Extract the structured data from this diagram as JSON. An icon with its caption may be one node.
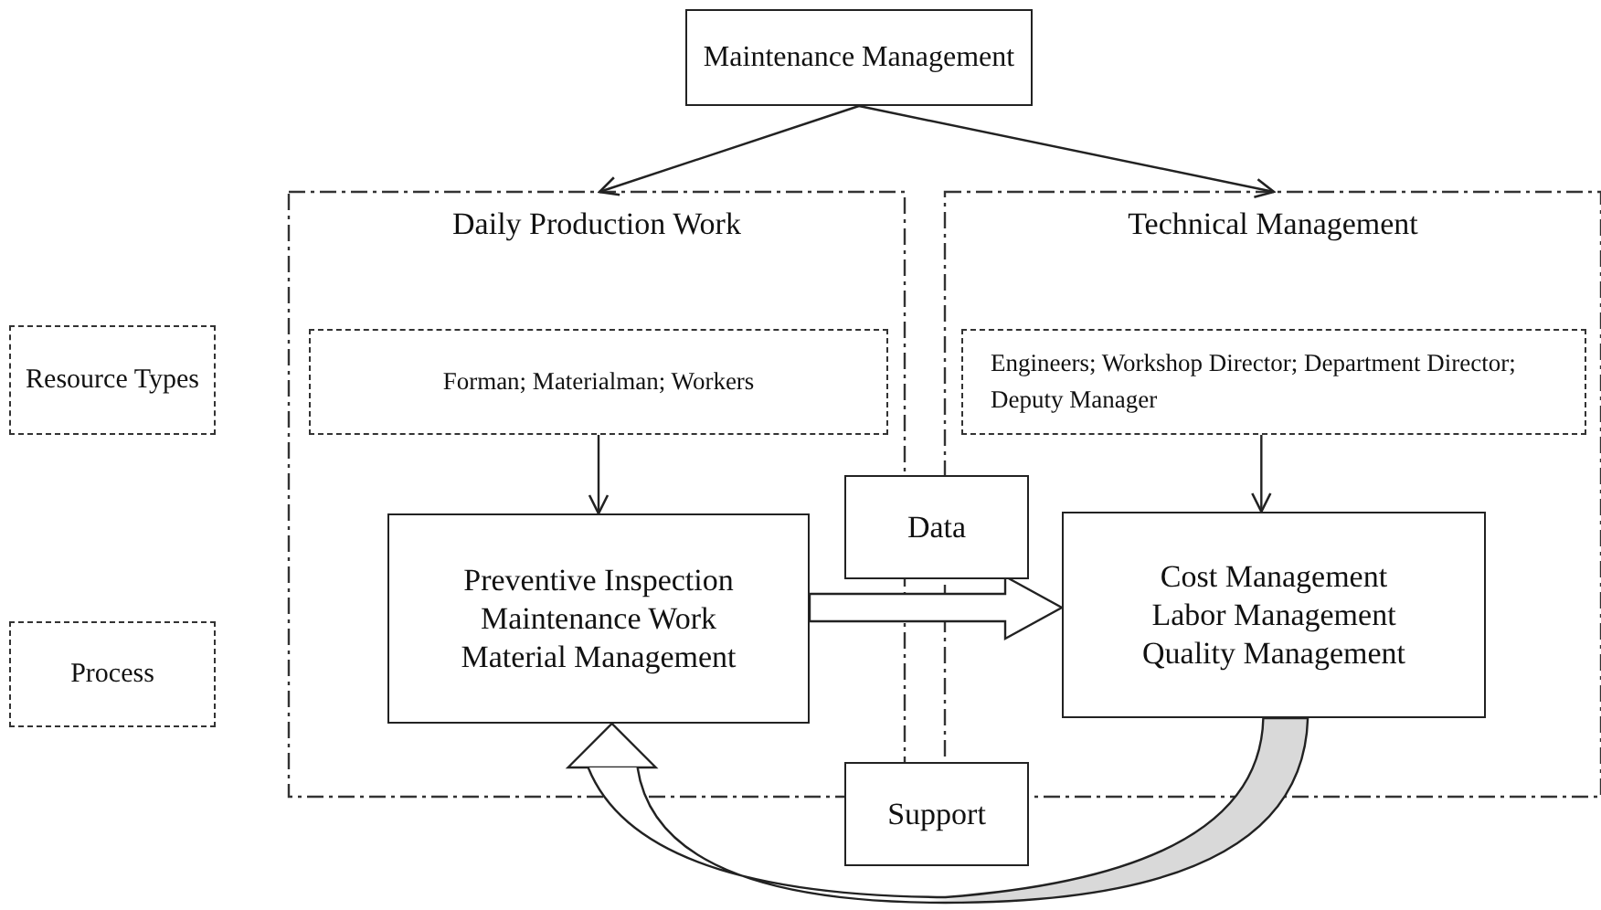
{
  "diagram": {
    "nodes": [
      {
        "text": [
          "Maintenance Management"
        ]
      },
      {
        "text": [
          "Daily Production Work"
        ]
      },
      {
        "text": [
          "Technical Management"
        ]
      },
      {
        "text": [
          "Resource Types"
        ]
      },
      {
        "text": [
          "Forman; Materialman; Workers"
        ],
        "in": 1
      },
      {
        "text": [
          "Engineers; Workshop Director; Department Director; Deputy Manager"
        ],
        "in": 2
      },
      {
        "text": [
          "Process"
        ]
      },
      {
        "text": [
          "Preventive Inspection Maintenance Work Material Management"
        ],
        "in": 1
      },
      {
        "text": [
          "Data"
        ]
      },
      {
        "text": [
          "Cost Management Labor Management Quality Management"
        ],
        "in": 2
      },
      {
        "text": [
          "Support"
        ]
      }
    ],
    "edges": [
      {
        "from": 0,
        "to": 1,
        "arrow": "to"
      },
      {
        "from": 0,
        "to": 2,
        "arrow": "to"
      },
      {
        "from": 4,
        "to": 7,
        "arrow": "to"
      },
      {
        "from": 5,
        "to": 9,
        "arrow": "to"
      },
      {
        "from": 7,
        "to": 9,
        "arrow": "to",
        "style": "thick"
      },
      {
        "from": 9,
        "to": 7,
        "arrow": "to",
        "style": "thick"
      }
    ]
  }
}
